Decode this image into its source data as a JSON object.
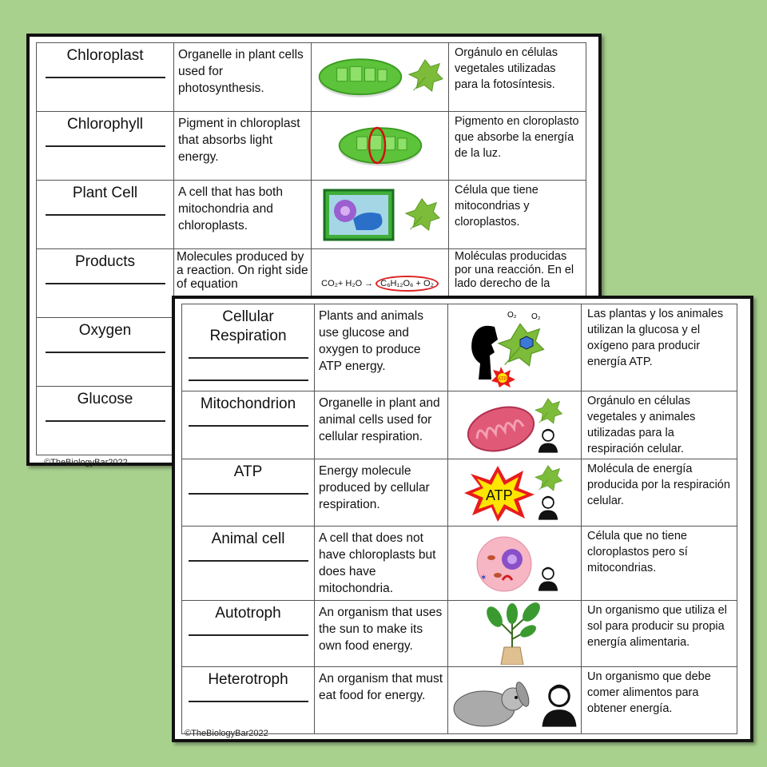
{
  "back_sheet": {
    "rows": [
      {
        "term": "Chloroplast",
        "definition": "Organelle in plant cells used for photosynthesis.",
        "spanish": "Orgánulo en células vegetales utilizadas para la fotosíntesis.",
        "image": "chloroplast-with-leaf"
      },
      {
        "term": "Chlorophyll",
        "definition": "Pigment in chloroplast that absorbs light energy.",
        "spanish": "Pigmento en cloroplasto que absorbe la energía de la luz.",
        "image": "chloroplast-highlighted"
      },
      {
        "term": "Plant Cell",
        "definition": "A cell that has both mitochondria and chloroplasts.",
        "spanish": "Célula que tiene mitocondrias y cloroplastos.",
        "image": "plant-cell-with-leaf"
      },
      {
        "term": "Products",
        "definition": "Molecules produced by a reaction.  On right side of equation",
        "spanish": "Moléculas producidas por una reacción.  En el lado derecho de la",
        "image": "equation"
      },
      {
        "term": "Oxygen",
        "definition": "",
        "spanish": "",
        "image": ""
      },
      {
        "term": "Glucose",
        "definition": "",
        "spanish": "",
        "image": ""
      }
    ],
    "equation": {
      "left": "CO₂+ H₂O",
      "arrow": "→",
      "right": "C₆H₁₂O₆ + O₂"
    },
    "footer": "©TheBiologyBar2022"
  },
  "front_sheet": {
    "rows": [
      {
        "term": "Cellular Respiration",
        "definition": "Plants and animals use glucose and oxygen to produce ATP energy.",
        "spanish": "Las plantas y los animales utilizan la glucosa y el oxígeno para producir energía ATP.",
        "image": "respiration-diagram"
      },
      {
        "term": "Mitochondrion",
        "definition": "Organelle in plant and animal cells used for cellular respiration.",
        "spanish": "Orgánulo en células vegetales y animales utilizadas para la respiración celular.",
        "image": "mitochondrion"
      },
      {
        "term": "ATP",
        "definition": "Energy molecule produced by cellular respiration.",
        "spanish": "Molécula de energía producida por la respiración celular.",
        "image": "atp-burst"
      },
      {
        "term": "Animal cell",
        "definition": "A cell that does not have chloroplasts but does have mitochondria.",
        "spanish": "Célula que no tiene cloroplastos pero sí mitocondrias.",
        "image": "animal-cell"
      },
      {
        "term": "Autotroph",
        "definition": "An organism that uses the sun to make its own food energy.",
        "spanish": "Un organismo que utiliza el sol para producir su propia energía alimentaria.",
        "image": "potted-plant"
      },
      {
        "term": "Heterotroph",
        "definition": "An organism that must eat food for energy.",
        "spanish": "Un organismo que debe comer alimentos para obtener energía.",
        "image": "rabbit-and-person"
      }
    ],
    "labels": {
      "o2": "O₂",
      "atp": "ATP"
    },
    "footer": "©TheBiologyBar2022"
  },
  "colors": {
    "background": "#a9d18e",
    "leaf": "#7dbb3a",
    "chloroplast": "#5cc33a",
    "mitochondrion": "#e05a78",
    "atp": "#ffe600",
    "burst": "#e81c1c"
  }
}
